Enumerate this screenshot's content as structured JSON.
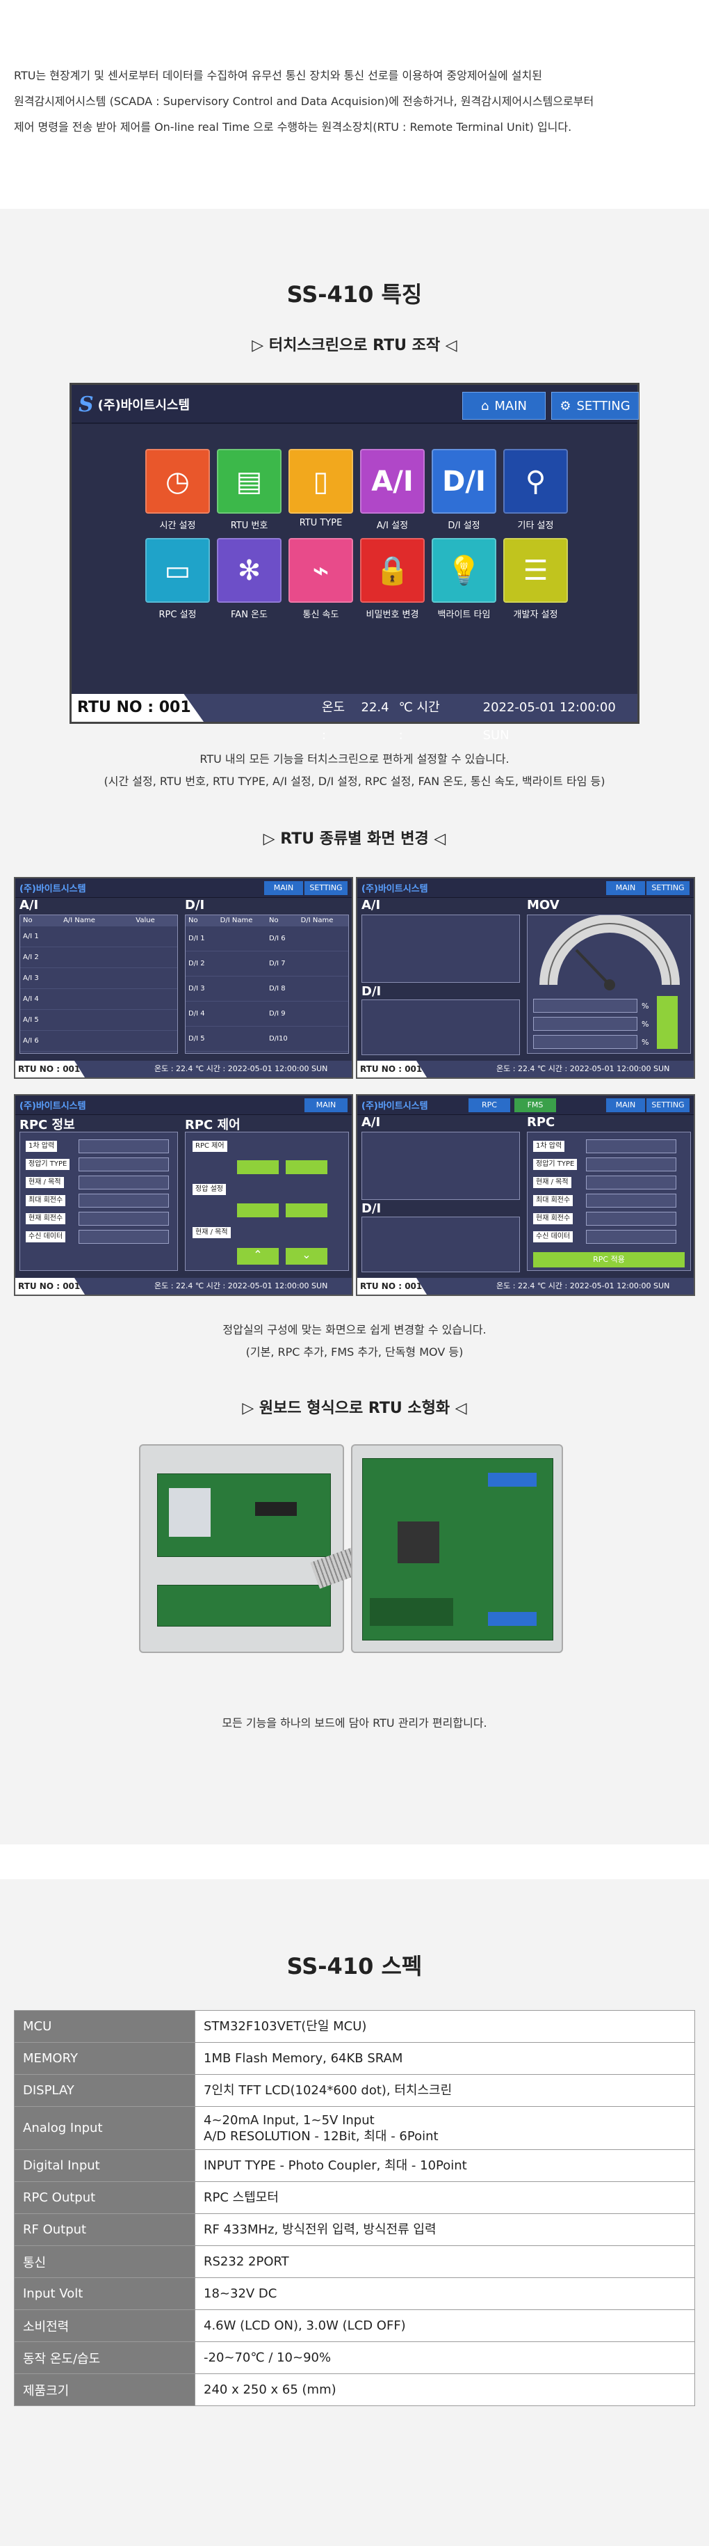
{
  "intro": {
    "line1": "RTU는 현장계기 및 센서로부터 데이터를 수집하여 유무선 통신 장치와 통신 선로를 이용하여 중앙제어실에 설치된",
    "line2": "원격감시제어시스템 (SCADA : Supervisory Control and Data Acquision)에 전송하거나, 원격감시제어시스템으로부터",
    "line3": "제어 명령을 전송 받아 제어를 On-line real Time 으로 수행하는 원격소장치(RTU : Remote Terminal Unit) 입니다."
  },
  "features": {
    "title": "SS-410 특징",
    "touch_title": "▷ 터치스크린으로 RTU 조작 ◁",
    "touch_caption1": "RTU 내의 모든 기능을 터치스크린으로 편하게 설정할 수 있습니다.",
    "touch_caption2": "(시간 설정, RTU 번호, RTU TYPE, A/I 설정, D/I 설정, RPC 설정, FAN 온도, 통신 속도, 백라이트 타임 등)",
    "type_title": "▷ RTU 종류별 화면 변경 ◁",
    "type_caption1": "정압실의 구성에 맞는 화면으로 쉽게 변경할 수 있습니다.",
    "type_caption2": "(기본, RPC 추가, FMS 추가, 단독형 MOV 등)",
    "board_title": "▷ 원보드 형식으로 RTU 소형화 ◁",
    "board_caption": "모든 기능을 하나의 보드에 담아 RTU 관리가 편리합니다."
  },
  "screen": {
    "logo_text": "(주)바이트시스템",
    "main_label": "MAIN",
    "setting_label": "SETTING",
    "rtu_no": "RTU NO : 001",
    "temp_label": "온도 :",
    "temp_value": "22.4",
    "temp_unit": "℃ 시간 :",
    "datetime": "2022-05-01 12:00:00 SUN",
    "tiles_row1": [
      {
        "label": "시간 설정",
        "glyph": "◷",
        "color": "#e9572b"
      },
      {
        "label": "RTU 번호",
        "glyph": "▤",
        "color": "#3cb84a"
      },
      {
        "label": "RTU TYPE",
        "glyph": "▯",
        "color": "#f2a81d"
      },
      {
        "label": "A/I 설정",
        "glyph": "A/I",
        "color": "#b047c8"
      },
      {
        "label": "D/I 설정",
        "glyph": "D/I",
        "color": "#2f6fd6"
      },
      {
        "label": "기타 설정",
        "glyph": "⚲",
        "color": "#1f4aa8"
      }
    ],
    "tiles_row2": [
      {
        "label": "RPC 설정",
        "glyph": "▭",
        "color": "#1fa3c9"
      },
      {
        "label": "FAN 온도",
        "glyph": "✻",
        "color": "#6d4fc8"
      },
      {
        "label": "통신 속도",
        "glyph": "⌁",
        "color": "#e84b8a"
      },
      {
        "label": "비밀번호 변경",
        "glyph": "🔒",
        "color": "#e02b2b"
      },
      {
        "label": "백라이트 타임",
        "glyph": "💡",
        "color": "#27b7c2"
      },
      {
        "label": "개발자 설정",
        "glyph": "☰",
        "color": "#c1c41e"
      }
    ]
  },
  "mini": {
    "logo": "(주)바이트시스템",
    "main": "MAIN",
    "setting": "SETTING",
    "rtu_no": "RTU NO : 001",
    "status": "온도 : 22.4 ℃ 시간 : 2022-05-01 12:00:00 SUN",
    "ai": "A/I",
    "di": "D/I",
    "mov": "MOV",
    "rpc_info": "RPC 정보",
    "rpc_ctrl": "RPC 제어",
    "rpc": "RPC",
    "rpc_tab": "RPC",
    "fms_tab": "FMS",
    "ai_rows": [
      "A/I 1",
      "A/I 2",
      "A/I 3",
      "A/I 4",
      "A/I 5",
      "A/I 6"
    ],
    "di_rows_left": [
      "D/I 1",
      "D/I 2",
      "D/I 3",
      "D/I 4",
      "D/I 5"
    ],
    "di_rows_right": [
      "D/I 6",
      "D/I 7",
      "D/I 8",
      "D/I 9",
      "D/I10"
    ],
    "col_no": "No",
    "col_ai_name": "A/I Name",
    "col_value": "Value",
    "col_di_name": "D/I Name",
    "rpc_fields": [
      "1차 압력",
      "정압기 TYPE",
      "현재 / 목적",
      "최대 회전수",
      "현재 회전수",
      "수신 데이터"
    ],
    "rpc_btns": [
      "RPC 제어",
      "정압 설정",
      "현재 / 목적"
    ],
    "rpc_send": "RPC 적용",
    "percent": "%"
  },
  "specs": {
    "title": "SS-410 스펙",
    "rows": [
      {
        "k": "MCU",
        "v1": "STM32F103VET(단일 MCU)",
        "v2": ""
      },
      {
        "k": "MEMORY",
        "v1": "1MB Flash Memory, 64KB SRAM",
        "v2": ""
      },
      {
        "k": "DISPLAY",
        "v1": "7인치 TFT LCD(1024*600 dot), 터치스크린",
        "v2": ""
      },
      {
        "k": "Analog Input",
        "v1": "4~20mA Input, 1~5V Input",
        "v2": "A/D RESOLUTION - 12Bit, 최대 - 6Point"
      },
      {
        "k": "Digital Input",
        "v1": "INPUT TYPE - Photo Coupler, 최대 - 10Point",
        "v2": ""
      },
      {
        "k": "RPC Output",
        "v1": "RPC 스텝모터",
        "v2": ""
      },
      {
        "k": "RF Output",
        "v1": "RF 433MHz, 방식전위 입력, 방식전류 입력",
        "v2": ""
      },
      {
        "k": "통신",
        "v1": "RS232 2PORT",
        "v2": ""
      },
      {
        "k": "Input Volt",
        "v1": "18~32V DC",
        "v2": ""
      },
      {
        "k": "소비전력",
        "v1": "4.6W (LCD ON), 3.0W (LCD OFF)",
        "v2": ""
      },
      {
        "k": "동작 온도/습도",
        "v1": "-20~70℃ / 10~90%",
        "v2": ""
      },
      {
        "k": "제품크기",
        "v1": "240 x 250 x 65 (mm)",
        "v2": ""
      }
    ]
  }
}
